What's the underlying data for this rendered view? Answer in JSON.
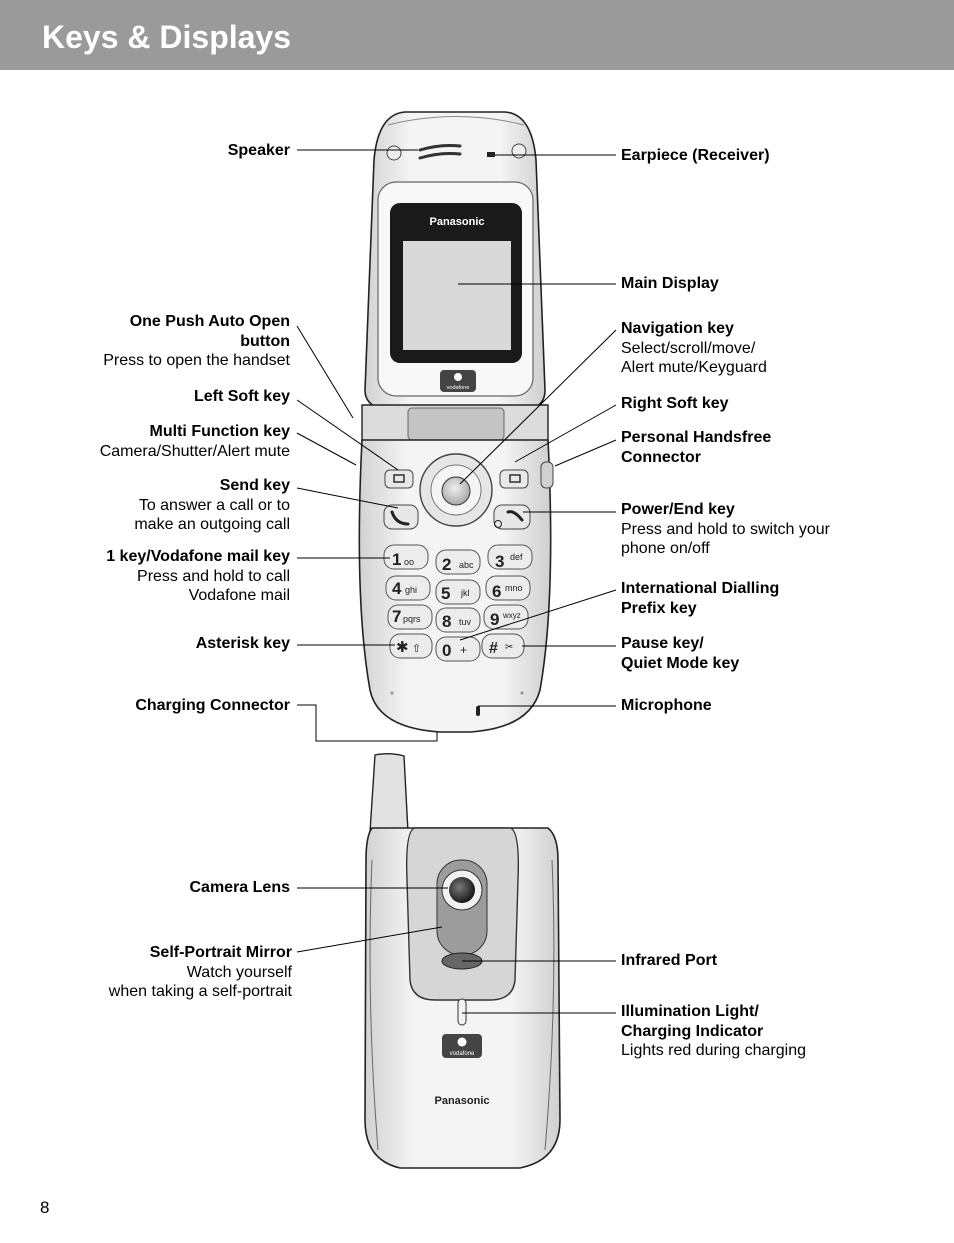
{
  "header": {
    "title": "Keys & Displays"
  },
  "brand": {
    "panasonic": "Panasonic",
    "vodafone": "Vodafone"
  },
  "keys": {
    "k1": "1",
    "k1s": "οο",
    "k2": "2",
    "k2s": "abc",
    "k3": "3",
    "k3s": "def",
    "k4": "4",
    "k4s": "ghi",
    "k5": "5",
    "k5s": "jkl",
    "k6": "6",
    "k6s": "mno",
    "k7": "7",
    "k7s": "pqrs",
    "k8": "8",
    "k8s": "tuv",
    "k9": "9",
    "k9s": "wxyz",
    "kstar": "✱",
    "kstars": "⇧",
    "k0": "0",
    "k0s": "+",
    "khash": "#",
    "khashs": "✂"
  },
  "labels": {
    "speaker": {
      "title": "Speaker"
    },
    "one_push": {
      "title1": "One Push Auto Open",
      "title2": "button",
      "desc": "Press to open the handset"
    },
    "left_soft": {
      "title": "Left Soft key"
    },
    "multi_function": {
      "title": "Multi Function key",
      "desc": "Camera/Shutter/Alert mute"
    },
    "send": {
      "title": "Send key",
      "desc1": "To answer a call or to",
      "desc2": "make an outgoing call"
    },
    "one_key": {
      "title": "1 key/Vodafone mail key",
      "desc1": "Press and hold to call",
      "desc2": "Vodafone mail"
    },
    "asterisk": {
      "title": "Asterisk key"
    },
    "charging_connector": {
      "title": "Charging Connector"
    },
    "earpiece": {
      "title": "Earpiece (Receiver)"
    },
    "main_display": {
      "title": "Main Display"
    },
    "navigation": {
      "title": "Navigation key",
      "desc1": "Select/scroll/move/",
      "desc2": "Alert mute/Keyguard"
    },
    "right_soft": {
      "title": "Right Soft key"
    },
    "handsfree": {
      "title1": "Personal Handsfree",
      "title2": "Connector"
    },
    "power_end": {
      "title": "Power/End key",
      "desc1": "Press and hold to switch your",
      "desc2": "phone on/off"
    },
    "intl_prefix": {
      "title1": "International Dialling",
      "title2": "Prefix key"
    },
    "pause": {
      "title1": "Pause key/",
      "title2": "Quiet Mode key"
    },
    "microphone": {
      "title": "Microphone"
    },
    "camera_lens": {
      "title": "Camera Lens"
    },
    "mirror": {
      "title": "Self-Portrait Mirror",
      "desc1": "Watch yourself",
      "desc2": "when taking a self-portrait"
    },
    "infrared": {
      "title": "Infrared Port"
    },
    "illumination": {
      "title1": "Illumination Light/",
      "title2": "Charging Indicator",
      "desc": "Lights red during charging"
    }
  },
  "page_number": "8"
}
